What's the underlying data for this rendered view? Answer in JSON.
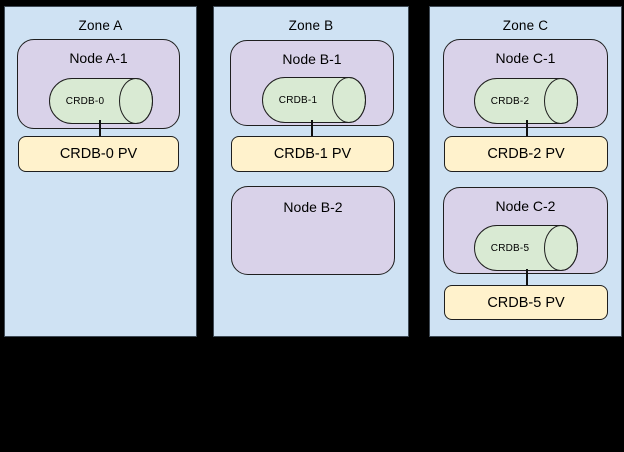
{
  "colors": {
    "background": "#000000",
    "zone_fill": "#cfe2f3",
    "node_fill": "#d9d2e9",
    "database_fill": "#d9ead3",
    "pv_fill": "#fff2cc",
    "border": "#1f1f1f"
  },
  "zones": [
    {
      "label": "Zone A",
      "nodes": [
        {
          "label": "Node A-1",
          "db_label": "CRDB-0",
          "pv_label": "CRDB-0 PV"
        }
      ]
    },
    {
      "label": "Zone B",
      "nodes": [
        {
          "label": "Node B-1",
          "db_label": "CRDB-1",
          "pv_label": "CRDB-1 PV"
        },
        {
          "label": "Node B-2"
        }
      ]
    },
    {
      "label": "Zone C",
      "nodes": [
        {
          "label": "Node C-1",
          "db_label": "CRDB-2",
          "pv_label": "CRDB-2 PV"
        },
        {
          "label": "Node C-2",
          "db_label": "CRDB-5",
          "pv_label": "CRDB-5 PV"
        }
      ]
    }
  ]
}
